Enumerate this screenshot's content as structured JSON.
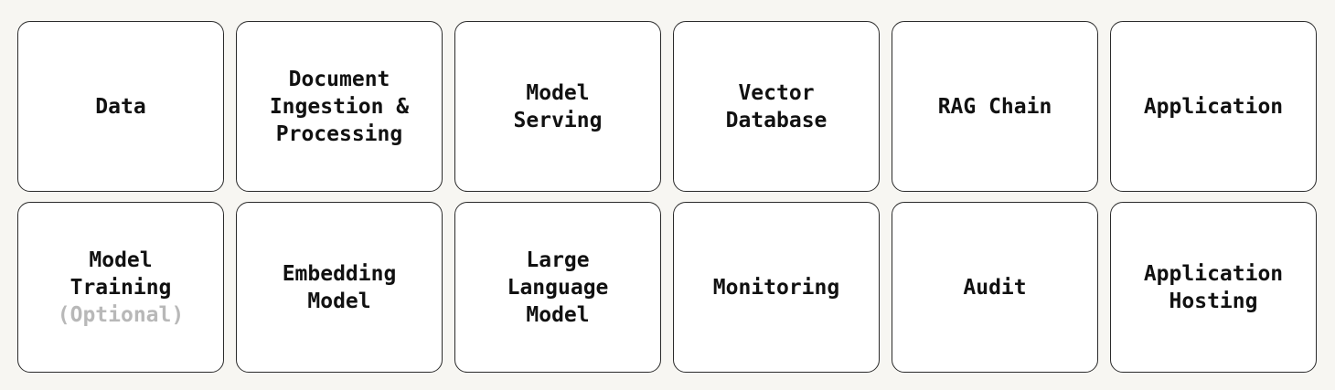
{
  "cards": [
    {
      "lines": [
        "Data"
      ]
    },
    {
      "lines": [
        "Document",
        "Ingestion &",
        "Processing"
      ]
    },
    {
      "lines": [
        "Model",
        "Serving"
      ]
    },
    {
      "lines": [
        "Vector",
        "Database"
      ]
    },
    {
      "lines": [
        "RAG Chain"
      ]
    },
    {
      "lines": [
        "Application"
      ]
    },
    {
      "lines": [
        "Model",
        "Training",
        "(Optional)"
      ]
    },
    {
      "lines": [
        "Embedding",
        "Model"
      ]
    },
    {
      "lines": [
        "Large",
        "Language",
        "Model"
      ]
    },
    {
      "lines": [
        "Monitoring"
      ]
    },
    {
      "lines": [
        "Audit"
      ]
    },
    {
      "lines": [
        "Application",
        "Hosting"
      ]
    }
  ],
  "colors": {
    "background": "#f7f6f2",
    "card_fill": "#ffffff",
    "card_border": "#2b2b2b",
    "text": "#111111",
    "muted_text": "#b8b8b8"
  }
}
